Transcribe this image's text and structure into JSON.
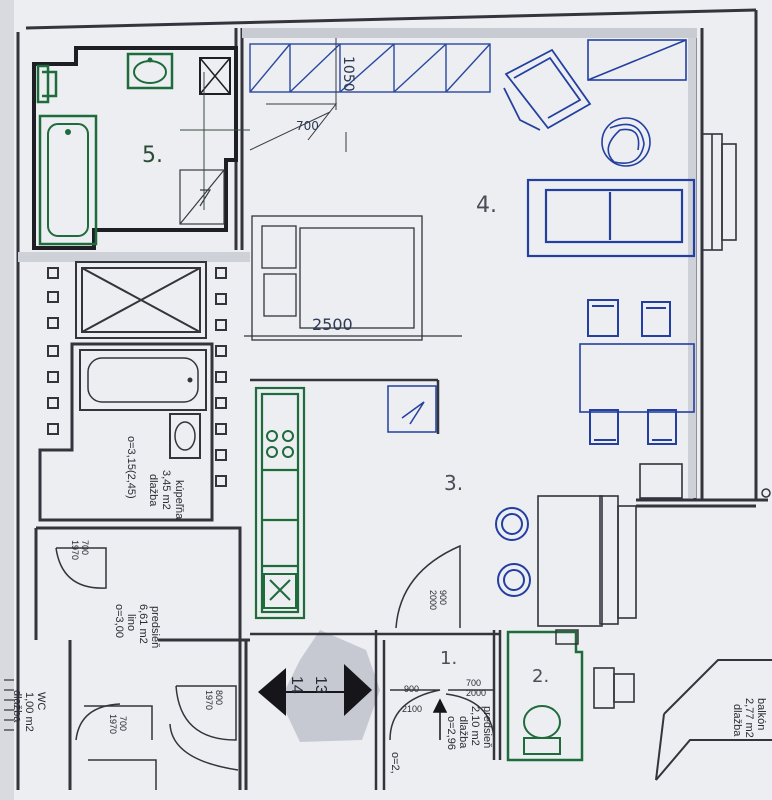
{
  "colors": {
    "paper": "#eceef1",
    "wall": "#34343c",
    "pencil": "#3a3a44",
    "green": "#1e6b3c",
    "blue": "#233fa0",
    "arrow_shadow": "#b9bcc6"
  },
  "rooms": {
    "r5": "5.",
    "r4": "4.",
    "r3": "3.",
    "r2": "2.",
    "r1": "1."
  },
  "dimensions": {
    "d1050": "1050",
    "d700": "700",
    "d2500": "2500"
  },
  "labels": {
    "bath_name": "kúpeľňa",
    "bath_area": "3,45 m2",
    "bath_floor": "dlažba",
    "bath_perimeter": "o=3,15(2,45)",
    "hall_name": "predsieň",
    "hall_area": "6,61 m2",
    "hall_floor": "lino",
    "hall_perimeter": "o=3,00",
    "wc_name": "WC",
    "wc_area": "1,00 m2",
    "wc_floor": "dlažba",
    "hall2_name": "predsieň",
    "hall2_area": "2,10 m2",
    "hall2_floor": "dlažba",
    "hall2_perimeter": "o=2,96",
    "balcony_name": "balkón",
    "balcony_area": "2,77 m2",
    "balcony_floor": "dlažba",
    "stair_top": "13",
    "stair_bottom": "14",
    "o21": "o=2,",
    "door_700a": "700",
    "door_1970a": "1970",
    "door_900a": "900",
    "door_2000a": "2000",
    "door_900b": "900",
    "door_2100b": "2100",
    "door_700c": "700",
    "door_2000c": "2000",
    "door_800d": "800",
    "door_1970d": "1970",
    "door_700e": "700",
    "door_1970e": "1970"
  }
}
